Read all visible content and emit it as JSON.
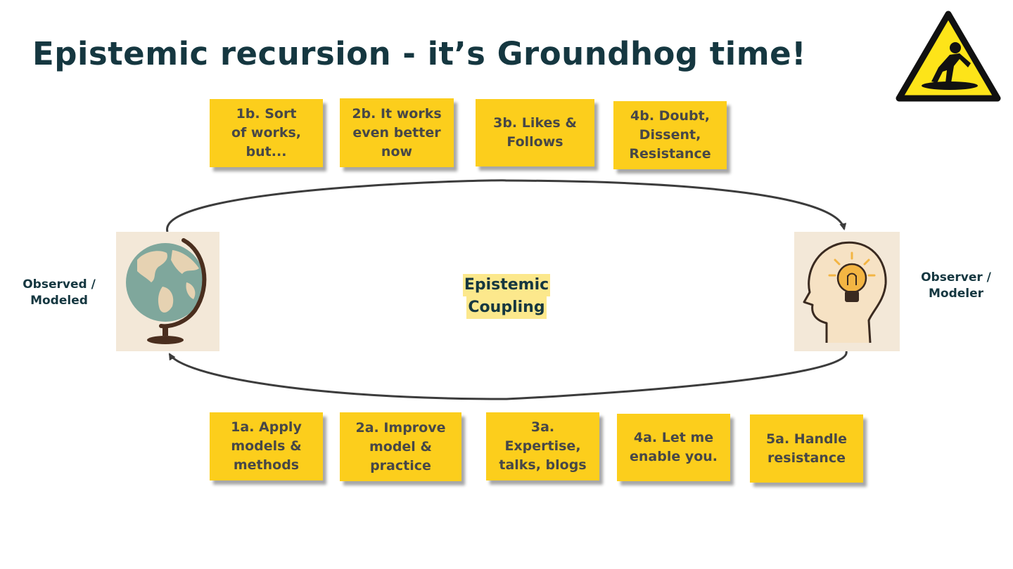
{
  "title": "Epistemic recursion - it’s Groundhog time!",
  "warning_sign": {
    "icon": "slippery-floor-warning-icon"
  },
  "top_notes": [
    {
      "text": "1b. Sort\nof works,\nbut..."
    },
    {
      "text": "2b. It works\neven better\nnow"
    },
    {
      "text": "3b. Likes &\nFollows"
    },
    {
      "text": "4b. Doubt,\nDissent,\nResistance"
    }
  ],
  "bottom_notes": [
    {
      "text": "1a. Apply\nmodels &\nmethods"
    },
    {
      "text": "2a. Improve\nmodel &\npractice"
    },
    {
      "text": "3a.\nExpertise,\ntalks, blogs"
    },
    {
      "text": "4a. Let me\nenable you."
    },
    {
      "text": "5a. Handle\nresistance"
    }
  ],
  "left": {
    "label": "Observed /\nModeled",
    "icon": "globe-icon"
  },
  "right": {
    "label": "Observer /\nModeler",
    "icon": "head-lightbulb-icon"
  },
  "center": {
    "line1": "Epistemic",
    "line2": "Coupling"
  },
  "colors": {
    "title": "#153740",
    "note": "#fcce1c",
    "note_text": "#474747",
    "tile": "#f3e8d8",
    "highlight": "#fce88c",
    "arrow": "#3c3c3c"
  }
}
